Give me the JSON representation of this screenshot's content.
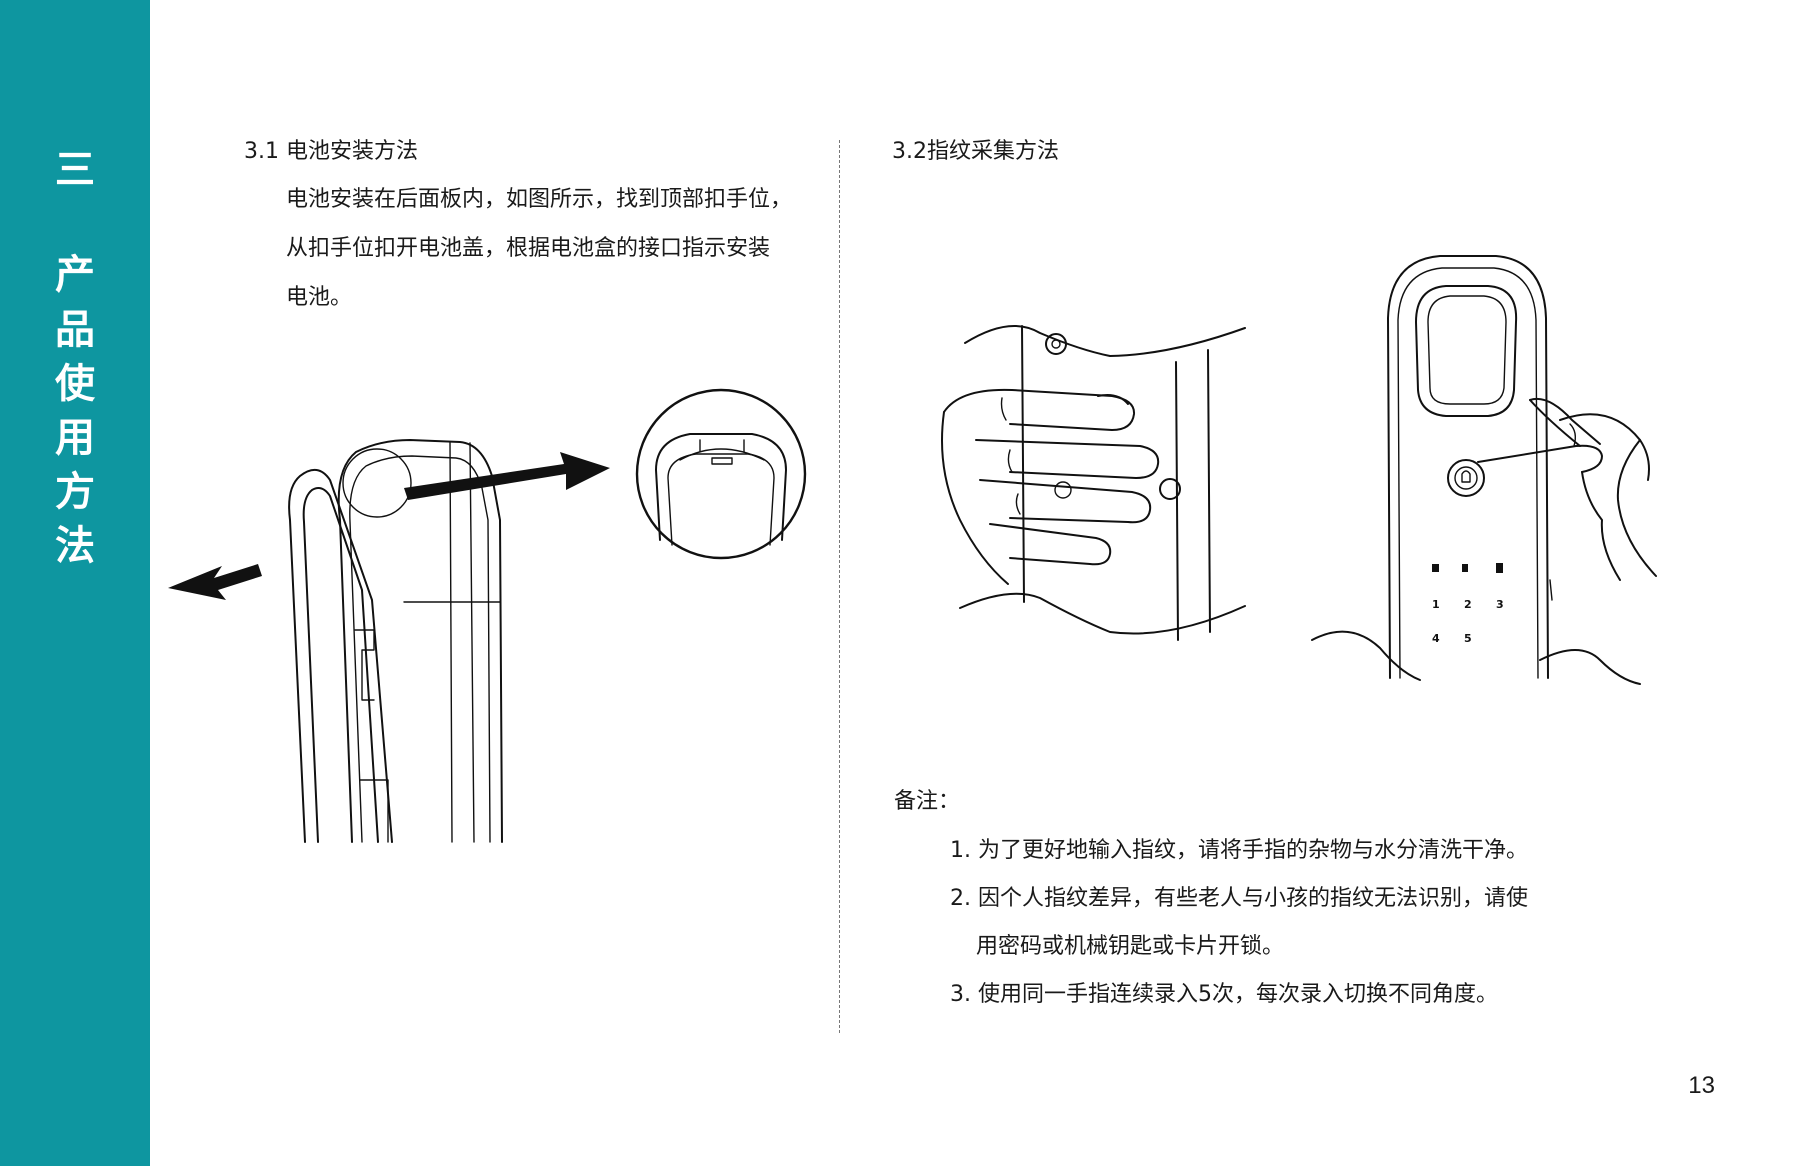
{
  "sidebar": {
    "chapter_number": "三",
    "title_chars": [
      "产",
      "品",
      "使",
      "用",
      "方",
      "法"
    ],
    "color": "#0e96a0"
  },
  "left": {
    "title": "3.1 电池安装方法",
    "paragraph_lines": [
      "电池安装在后面板内，如图所示，找到顶部扣手位，",
      "从扣手位扣开电池盖，根据电池盒的接口指示安装",
      "电池。"
    ]
  },
  "right": {
    "title": "3.2指纹采集方法",
    "note_label": "备注：",
    "notes": [
      "1. 为了更好地输入指纹，请将手指的杂物与水分清洗干净。",
      "2. 因个人指纹差异，有些老人与小孩的指纹无法识别，请使",
      "用密码或机械钥匙或卡片开锁。",
      "3. 使用同一手指连续录入5次，每次录入切换不同角度。"
    ],
    "keypad_keys": [
      "1",
      "2",
      "3",
      "4",
      "5"
    ]
  },
  "page_number": "13"
}
